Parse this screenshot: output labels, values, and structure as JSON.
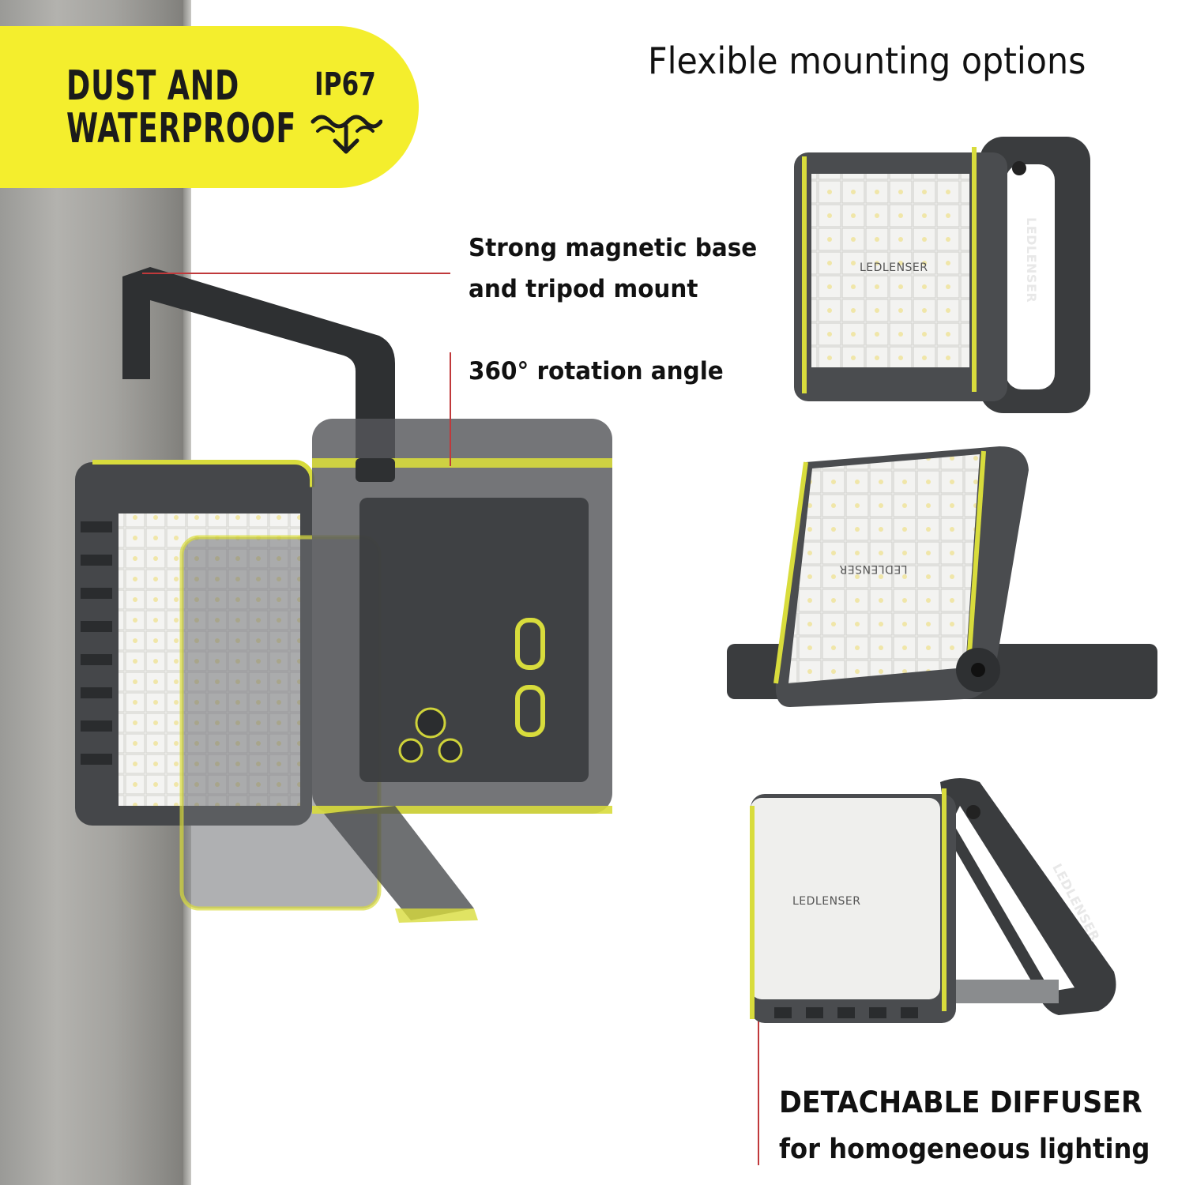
{
  "badge": {
    "line1": "DUST AND",
    "line2": "WATERPROOF",
    "rating": "IP67",
    "icon": "water-submerge-icon"
  },
  "title": "Flexible mounting options",
  "callouts": {
    "magnetic_line1": "Strong magnetic base",
    "magnetic_line2": "and tripod mount",
    "rotation": "360° rotation angle"
  },
  "diffuser": {
    "heading": "DETACHABLE DIFFUSER",
    "sub": "for homogeneous lighting"
  },
  "brand_name": "LEDLENSER",
  "colors": {
    "accent_yellow": "#f4ee2d",
    "trim_yellow": "#d8dc3c",
    "housing_dark": "#3c3e40",
    "callout_line": "#c0393b",
    "text": "#111111"
  }
}
